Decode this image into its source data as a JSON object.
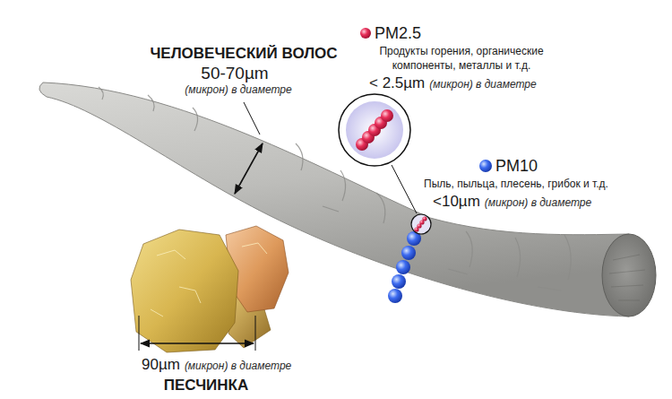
{
  "diagram": {
    "labels": [
      "ЧЕЛОВЕЧЕСКИЙ ВОЛОС",
      "50-70µm",
      "(микрон) в диаметре",
      "PM2.5",
      "Продукты горения, органические компоненты, металлы и т.д.",
      "< 2.5µm",
      "(микрон) в диаметре",
      "PM10",
      "Пыль, пыльца, плесень, грибок и т.д.",
      "<10µm",
      "(микрон) в диаметре",
      "90µm",
      "(микрон) в диаметре",
      "ПЕСЧИНКА"
    ]
  }
}
